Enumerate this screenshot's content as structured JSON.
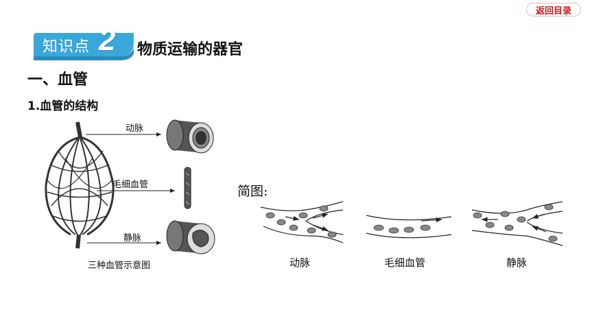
{
  "nav": {
    "back_label": "返回目录"
  },
  "knowledge_point": {
    "label": "知识点",
    "number": "2",
    "title": "物质运输的器官"
  },
  "section": {
    "heading": "一、血管"
  },
  "subsection": {
    "heading": "1.血管的结构"
  },
  "figure1": {
    "label_artery": "动脉",
    "label_capillary": "毛细血管",
    "label_vein": "静脉",
    "caption": "三种血管示意图"
  },
  "figure2": {
    "title": "简图:",
    "label_artery": "动脉",
    "label_capillary": "毛细血管",
    "label_vein": "静脉"
  },
  "colors": {
    "accent_blue": "#3aa7db",
    "back_red": "#c8161d"
  },
  "icons": {
    "back": "return-pill",
    "arrow": "arrow-right"
  }
}
